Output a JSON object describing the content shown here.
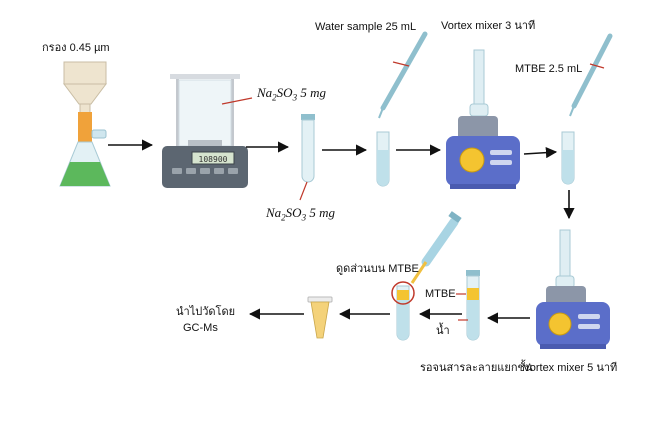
{
  "labels": {
    "filter": "กรอง 0.45 µm",
    "water_sample": "Water sample 25 mL",
    "vortex_3": "Vortex mixer 3 นาที",
    "mtbe_add": "MTBE 2.5 mL",
    "salt_top_a": "Na",
    "salt_top_b": "2",
    "salt_top_c": "SO",
    "salt_top_d": "3",
    "salt_top_e": " 5 mg",
    "salt_bottom_a": "Na",
    "salt_bottom_b": "2",
    "salt_bottom_c": "SO",
    "salt_bottom_d": "3",
    "salt_bottom_e": " 5 mg",
    "collect_upper": "ดูดส่วนบน MTBE",
    "mtbe_layer": "MTBE",
    "water_layer": "น้ำ",
    "wait_separate": "รอจนสารละลายแยกชั้น",
    "vortex_5": "Vortex mixer 5 นาที",
    "analyze_line1": "นำไปวัดโดย",
    "analyze_line2": "GC-Ms",
    "balance_display": "108900"
  },
  "colors": {
    "arrow": "#111111",
    "pointer": "#c0392b",
    "glass": "#dfeef3",
    "liquid_green": "#5cb85c",
    "device_blue": "#5b6ec9",
    "yellow": "#f4c430"
  }
}
